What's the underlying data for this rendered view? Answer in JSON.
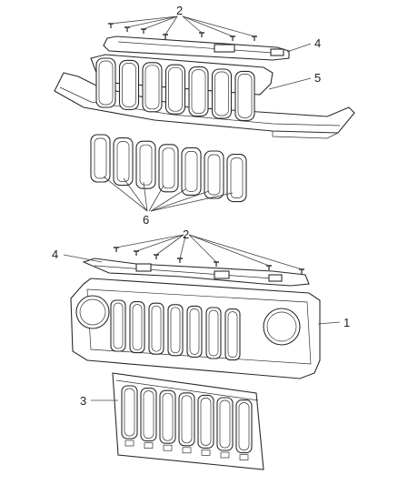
{
  "callouts": {
    "top_clips": "2",
    "top_bracket": "4",
    "top_fascia": "5",
    "top_rings": "6",
    "bottom_clips": "2",
    "bottom_bracket": "4",
    "bottom_grille": "1",
    "bottom_insert": "3"
  }
}
